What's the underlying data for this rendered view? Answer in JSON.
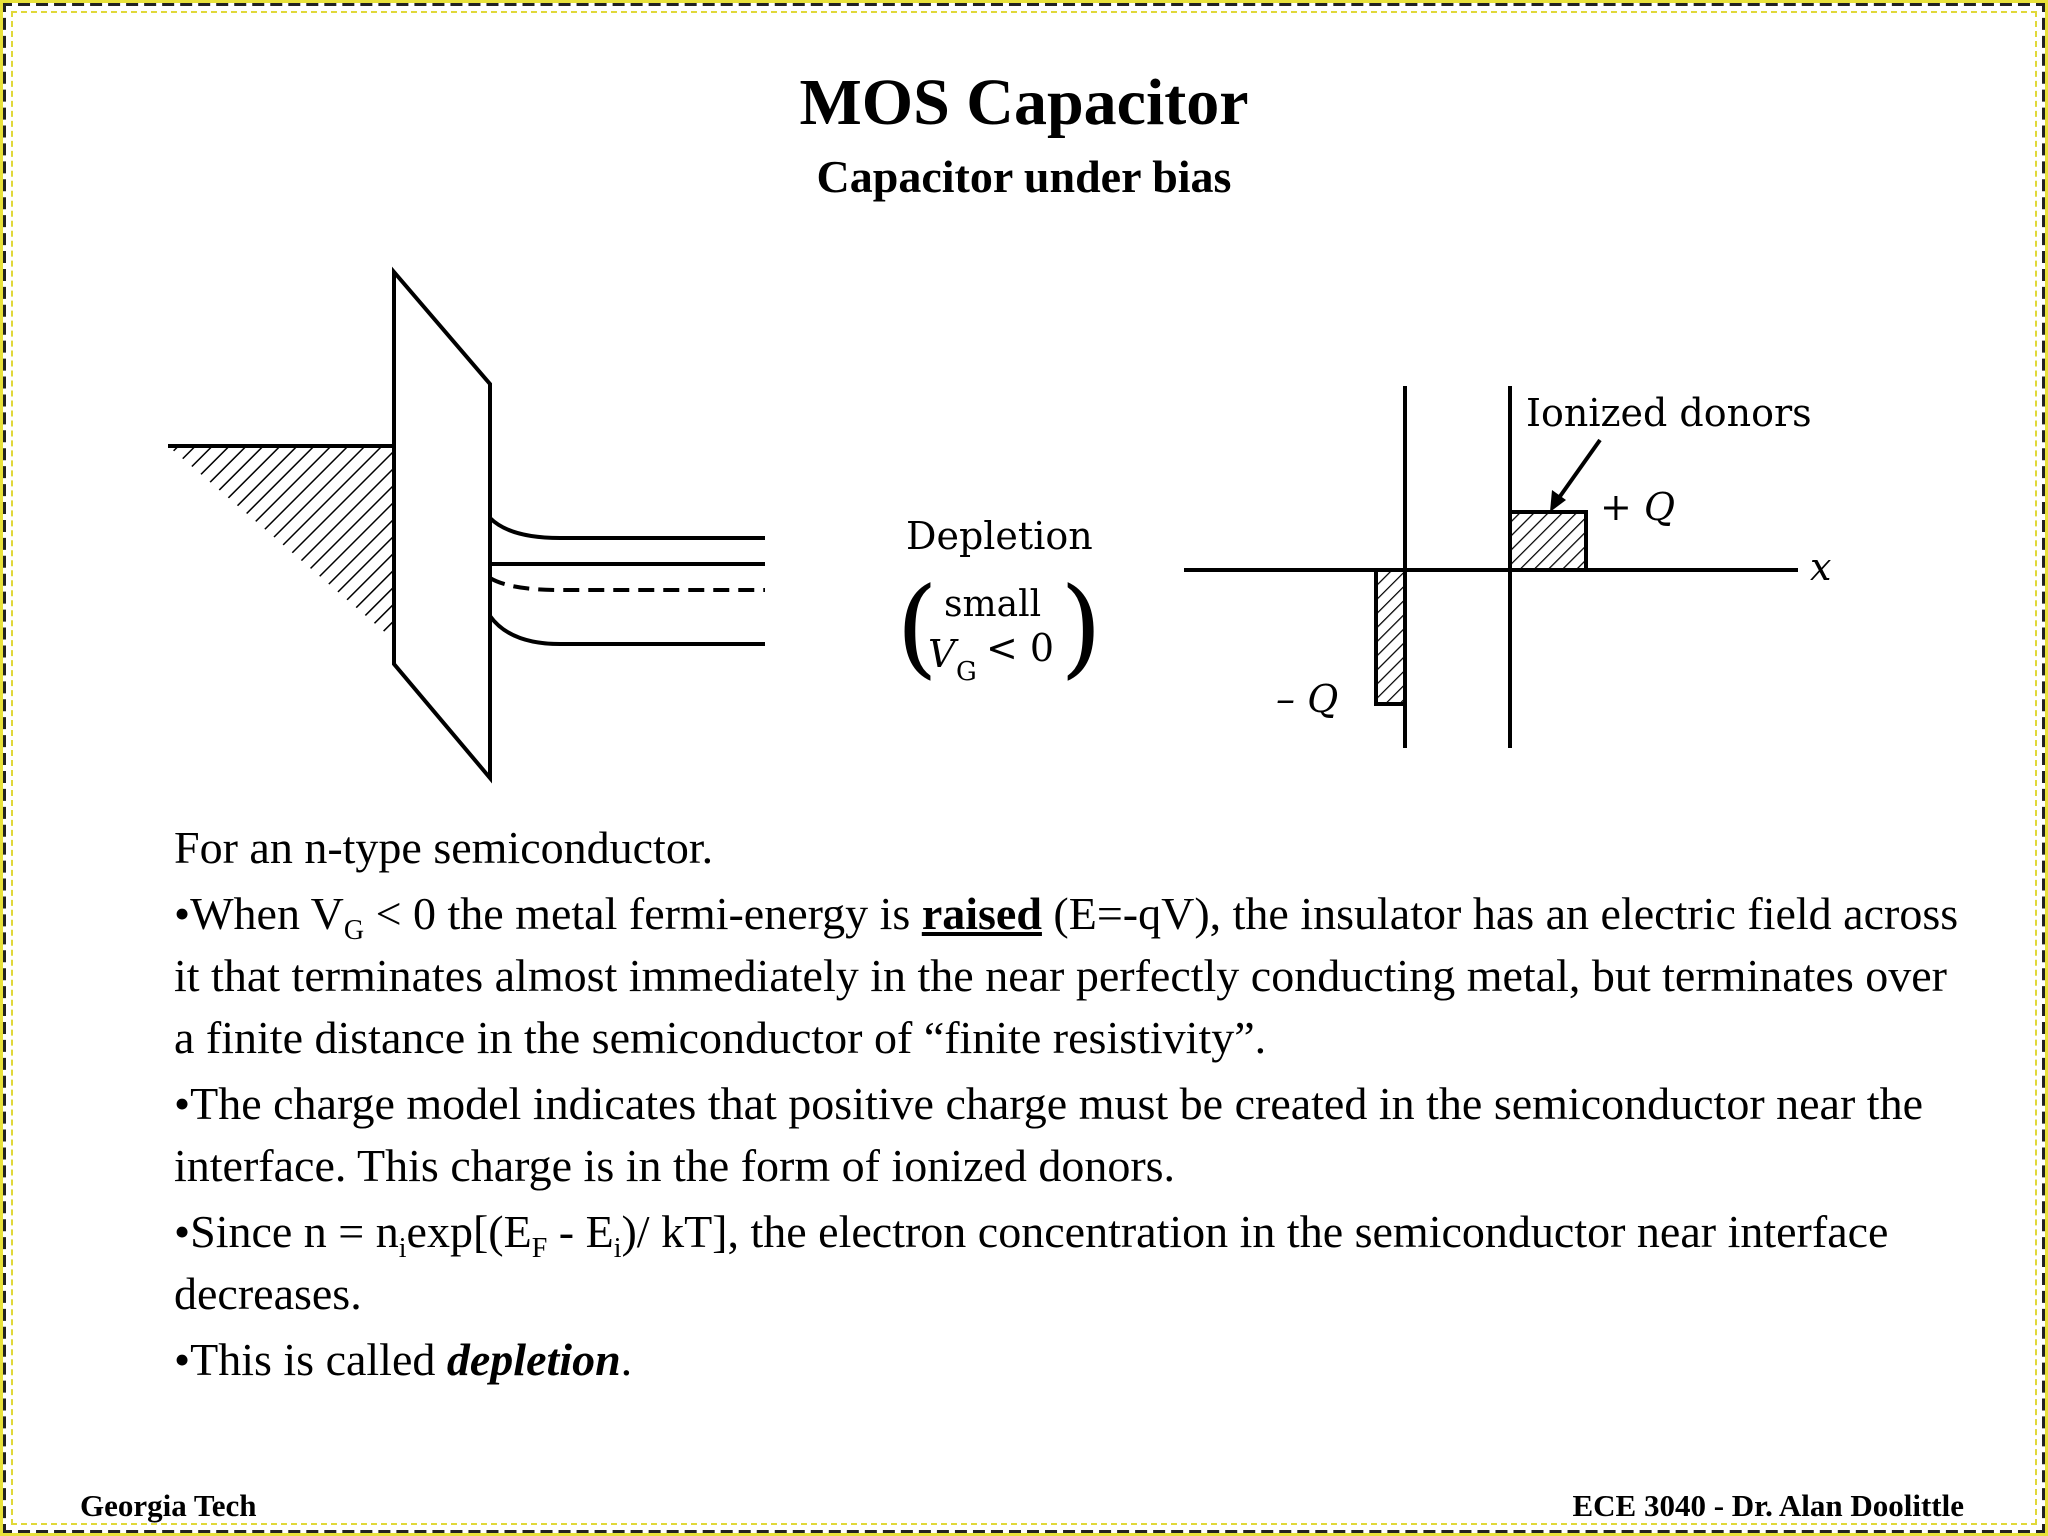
{
  "header": {
    "title": "MOS Capacitor",
    "subtitle": "Capacitor under bias"
  },
  "figure": {
    "regime_label": "Depletion",
    "condition_word": "small",
    "condition_var": "V",
    "condition_sub": "G",
    "condition_rest": "< 0",
    "ionized_label": "Ionized donors",
    "plus_q": "+ Q",
    "minus_q": "– Q",
    "axis_x": "x"
  },
  "body": {
    "intro": "For an n-type semiconductor.",
    "b1_a": "•When V",
    "b1_sub": "G",
    "b1_b": " < 0 the metal fermi-energy is ",
    "b1_raised": "raised",
    "b1_c": " (E=-qV), the insulator has an electric field across it that terminates almost immediately in the near perfectly conducting metal, but terminates over a finite distance in the semiconductor of “finite resistivity”.",
    "b2": "•The charge model indicates that positive charge must be created in the semiconductor near the interface.  This charge is in the form of ionized donors.",
    "b3_a": "•Since n = n",
    "b3_sub1": "i",
    "b3_b": "exp[(E",
    "b3_sub2": "F",
    "b3_c": " - E",
    "b3_sub3": "i",
    "b3_d": ")/ kT], the electron concentration in the semiconductor near interface decreases.",
    "b4_a": "•This is called ",
    "b4_em": "depletion",
    "b4_b": "."
  },
  "footer": {
    "left": "Georgia Tech",
    "right": "ECE 3040 - Dr. Alan Doolittle"
  }
}
